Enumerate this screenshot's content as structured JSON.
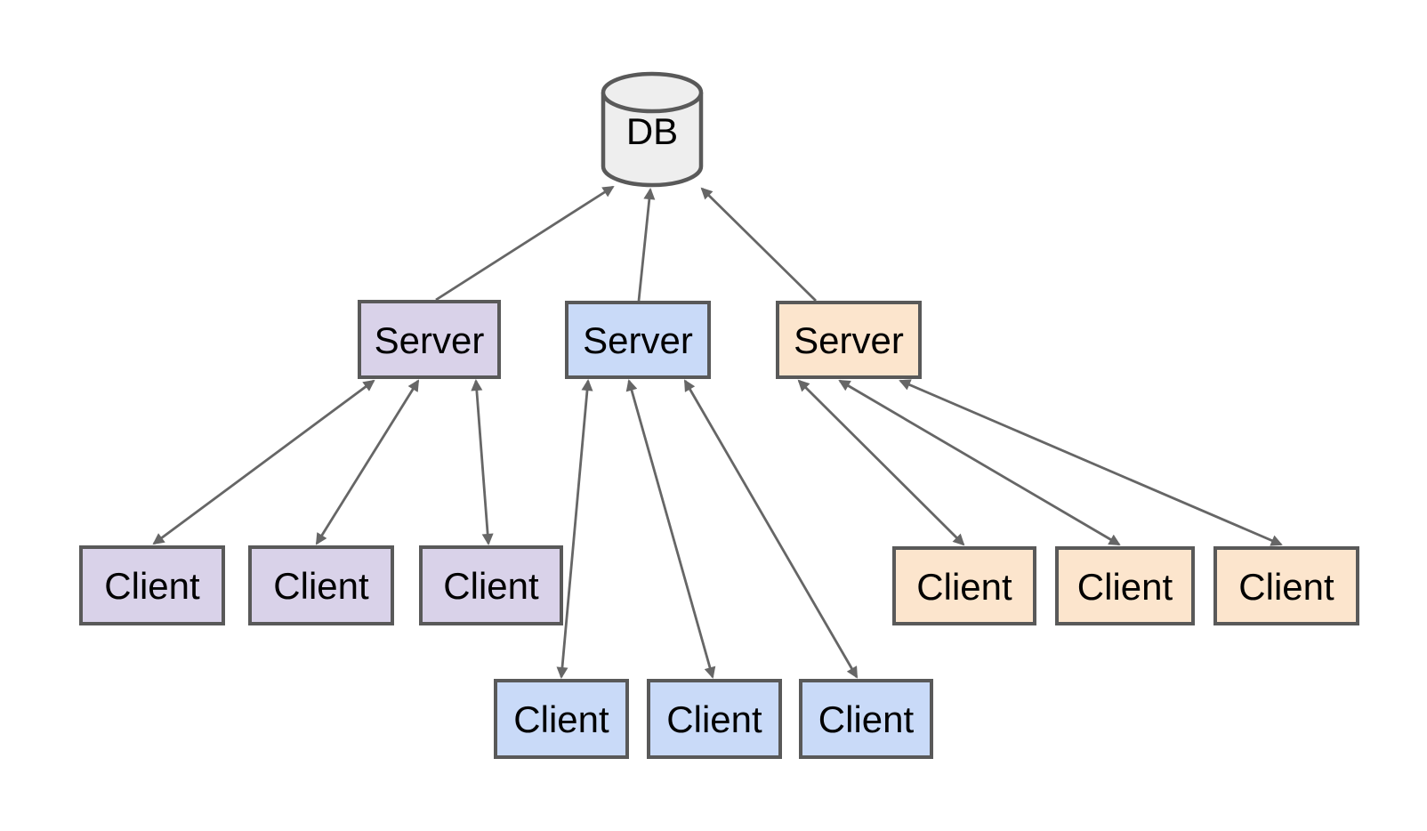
{
  "diagram": {
    "type": "architecture-diagram",
    "database": {
      "id": "db",
      "label": "DB",
      "shape": "cylinder",
      "fill": "#eeeeee"
    },
    "servers": [
      {
        "id": "server-1",
        "label": "Server",
        "fill": "#d9d2e9"
      },
      {
        "id": "server-2",
        "label": "Server",
        "fill": "#c9daf8"
      },
      {
        "id": "server-3",
        "label": "Server",
        "fill": "#fce5cd"
      }
    ],
    "clients": [
      {
        "id": "client-1",
        "label": "Client",
        "fill": "#d9d2e9",
        "connected_to": "server-1"
      },
      {
        "id": "client-2",
        "label": "Client",
        "fill": "#d9d2e9",
        "connected_to": "server-1"
      },
      {
        "id": "client-3",
        "label": "Client",
        "fill": "#d9d2e9",
        "connected_to": "server-1"
      },
      {
        "id": "client-4",
        "label": "Client",
        "fill": "#c9daf8",
        "connected_to": "server-2"
      },
      {
        "id": "client-5",
        "label": "Client",
        "fill": "#c9daf8",
        "connected_to": "server-2"
      },
      {
        "id": "client-6",
        "label": "Client",
        "fill": "#c9daf8",
        "connected_to": "server-2"
      },
      {
        "id": "client-7",
        "label": "Client",
        "fill": "#fce5cd",
        "connected_to": "server-3"
      },
      {
        "id": "client-8",
        "label": "Client",
        "fill": "#fce5cd",
        "connected_to": "server-3"
      },
      {
        "id": "client-9",
        "label": "Client",
        "fill": "#fce5cd",
        "connected_to": "server-3"
      }
    ],
    "edges": [
      {
        "from": "server-1",
        "to": "db",
        "direction": "one-way"
      },
      {
        "from": "server-2",
        "to": "db",
        "direction": "one-way"
      },
      {
        "from": "server-3",
        "to": "db",
        "direction": "one-way"
      },
      {
        "from": "server-1",
        "to": "client-1",
        "direction": "two-way"
      },
      {
        "from": "server-1",
        "to": "client-2",
        "direction": "two-way"
      },
      {
        "from": "server-1",
        "to": "client-3",
        "direction": "two-way"
      },
      {
        "from": "server-2",
        "to": "client-4",
        "direction": "two-way"
      },
      {
        "from": "server-2",
        "to": "client-5",
        "direction": "two-way"
      },
      {
        "from": "server-2",
        "to": "client-6",
        "direction": "two-way"
      },
      {
        "from": "server-3",
        "to": "client-7",
        "direction": "two-way"
      },
      {
        "from": "server-3",
        "to": "client-8",
        "direction": "two-way"
      },
      {
        "from": "server-3",
        "to": "client-9",
        "direction": "two-way"
      }
    ],
    "colors": {
      "background": "#ffffff",
      "node_border": "#595959",
      "arrow": "#666666",
      "text": "#000000",
      "purple_fill": "#d9d2e9",
      "blue_fill": "#c9daf8",
      "orange_fill": "#fce5cd",
      "db_fill": "#eeeeee"
    }
  }
}
